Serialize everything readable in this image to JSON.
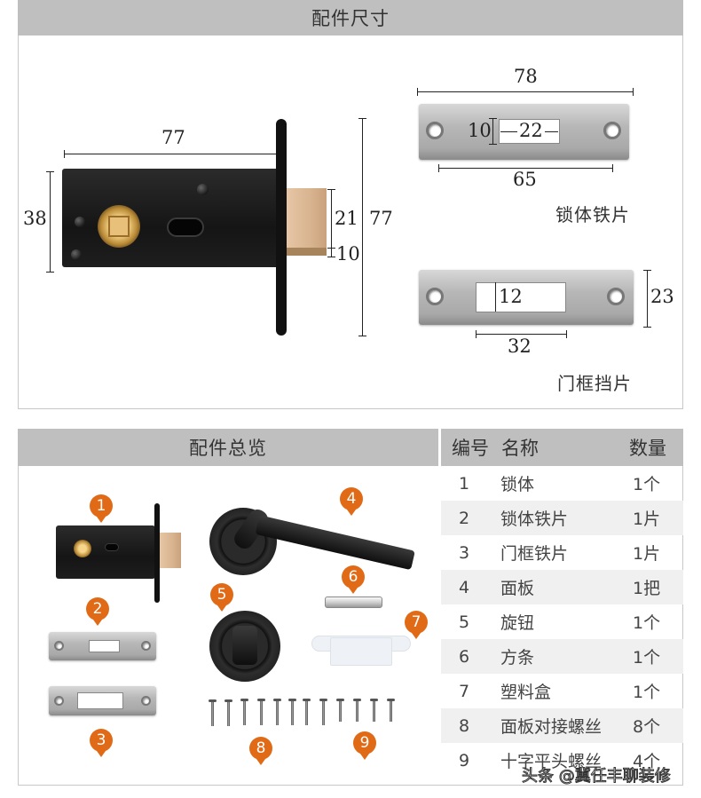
{
  "dimensions_section": {
    "title": "配件尺寸",
    "lock_body": {
      "width": "77",
      "height": "38",
      "latch_height": "21",
      "latch_offset": "10",
      "faceplate_height": "77"
    },
    "strike_plate": {
      "caption": "锁体铁片",
      "overall_width": "78",
      "slot_height": "10",
      "slot_width": "22",
      "hole_spacing": "65"
    },
    "frame_plate": {
      "caption": "门框挡片",
      "slot_height": "12",
      "slot_width": "32",
      "plate_height": "23"
    }
  },
  "overview_section": {
    "title": "配件总览",
    "badges": [
      "1",
      "2",
      "3",
      "4",
      "5",
      "6",
      "7",
      "8",
      "9"
    ],
    "accent_color": "#e06a16"
  },
  "parts_table": {
    "headers": {
      "number": "编号",
      "name": "名称",
      "quantity": "数量"
    },
    "rows": [
      {
        "number": "1",
        "name": "锁体",
        "quantity": "1个"
      },
      {
        "number": "2",
        "name": "锁体铁片",
        "quantity": "1片"
      },
      {
        "number": "3",
        "name": "门框铁片",
        "quantity": "1片"
      },
      {
        "number": "4",
        "name": "面板",
        "quantity": "1把"
      },
      {
        "number": "5",
        "name": "旋钮",
        "quantity": "1个"
      },
      {
        "number": "6",
        "name": "方条",
        "quantity": "1个"
      },
      {
        "number": "7",
        "name": "塑料盒",
        "quantity": "1个"
      },
      {
        "number": "8",
        "name": "面板对接螺丝",
        "quantity": "8个"
      },
      {
        "number": "9",
        "name": "十字平头螺丝",
        "quantity": "4个"
      }
    ]
  },
  "watermark": "头条 @冀任丰聊装修"
}
